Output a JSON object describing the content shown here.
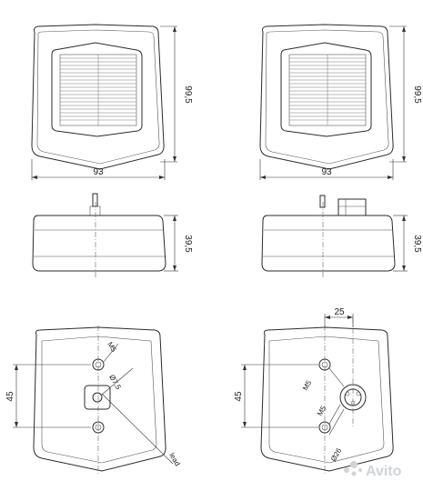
{
  "dimensions": {
    "front_left_width": "93",
    "front_left_height": "99,5",
    "front_right_width": "93",
    "front_right_height": "99,5",
    "side_left_depth": "39,5",
    "side_right_depth": "39,5",
    "back_left_spacing": "45",
    "back_right_spacing": "45",
    "back_right_offset": "25"
  },
  "labels": {
    "m5_left": "M5",
    "diameter_left": "Ø7,5",
    "lead": "lead",
    "m5_right_upper": "M5",
    "m5_right_lower": "M5",
    "diameter_right": "Ø26"
  },
  "watermark": "Avito"
}
